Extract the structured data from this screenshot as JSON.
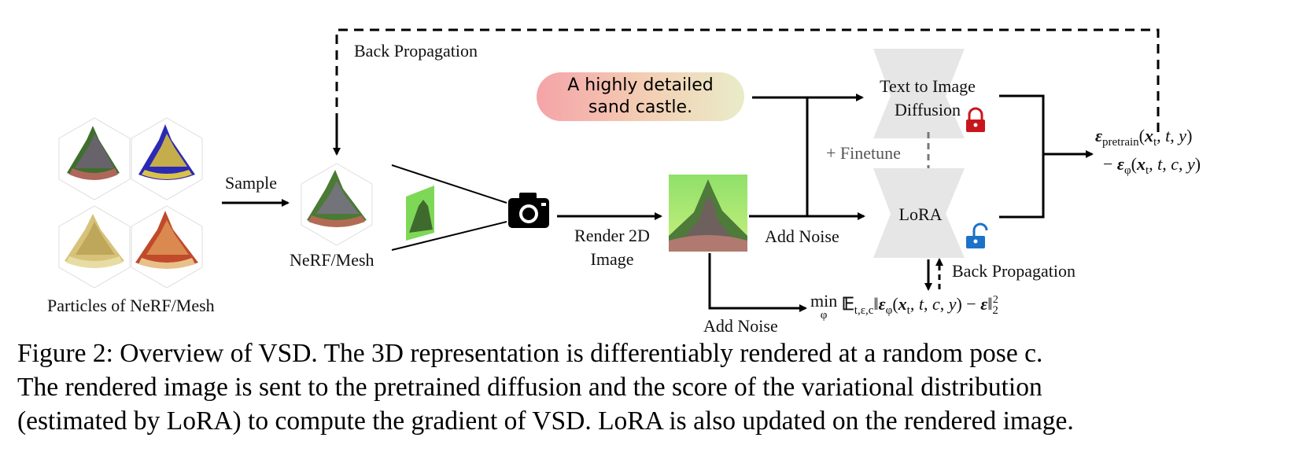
{
  "labels": {
    "back_propagation_top": "Back Propagation",
    "sample": "Sample",
    "nerf_mesh": "NeRF/Mesh",
    "particles": "Particles of NeRF/Mesh",
    "render_line1": "Render 2D",
    "render_line2": "Image",
    "add_noise_mid": "Add Noise",
    "add_noise_bottom": "Add Noise",
    "finetune": "+ Finetune",
    "back_propagation_right": "Back Propagation",
    "t2i_line1": "Text to Image",
    "t2i_line2": "Diffusion",
    "lora": "LoRA"
  },
  "prompt": {
    "line1": "A highly detailed",
    "line2": "sand castle."
  },
  "equations": {
    "eps_pretrain_sub": "pretrain",
    "eps_phi_sub": "φ",
    "objective_min": "min",
    "objective_sub_phi": "φ",
    "objective_expect_sub": "t,ε,c"
  },
  "caption": {
    "line1": "Figure 2:  Overview of VSD. The 3D representation is differentiably rendered at a random pose c.",
    "line2": "The rendered image is sent to the pretrained diffusion and the score of the variational distribution",
    "line3": "(estimated by LoRA) to compute the gradient of VSD. LoRA is also updated on the rendered image."
  },
  "colors": {
    "locked": "#c8161d",
    "unlocked": "#1a73c8",
    "unet_fill": "#e6e6e6",
    "arrow": "#000000",
    "finetune_arrow": "#777777"
  }
}
